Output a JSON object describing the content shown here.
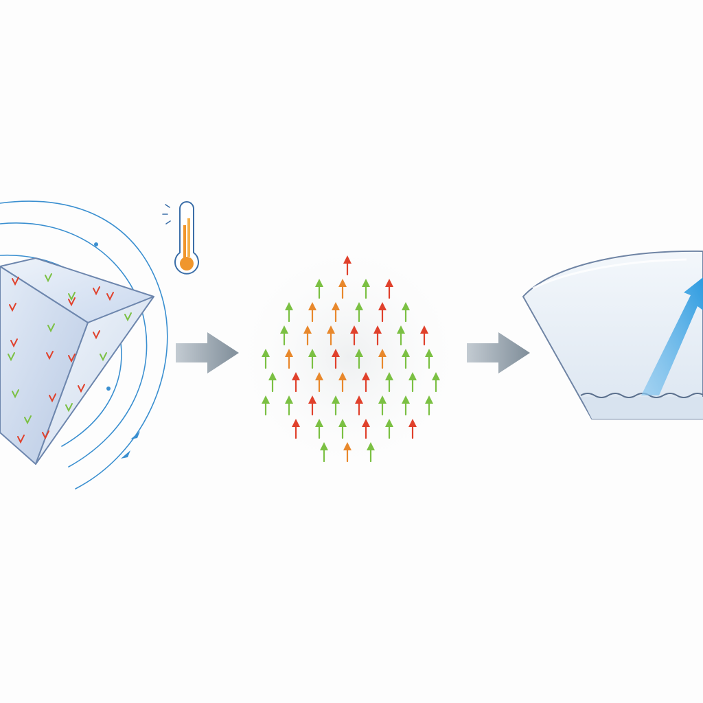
{
  "diagram": {
    "panels": [
      {
        "id": "crystal",
        "icon": "crystal-cube-icon",
        "adjunct_icon": "thermometer-icon"
      },
      {
        "id": "spins",
        "icon": "spin-arrows-icon"
      },
      {
        "id": "vessel",
        "icon": "vessel-with-rising-arrow-icon"
      }
    ],
    "connectors": [
      "transition-arrow-icon",
      "transition-arrow-icon"
    ]
  },
  "colors": {
    "background": "#fdfdfd",
    "crystal_fill": "#dde8f6",
    "crystal_edge": "#6d86ad",
    "field_lines": "#3a8fd0",
    "connector": "#8b98a3",
    "spin_red": "#e0412c",
    "spin_orange": "#e8882c",
    "spin_green": "#7bc043",
    "vessel_fill": "#e3ecf6",
    "vessel_edge": "#6f84a4",
    "rising_arrow": "#3aa6e6",
    "thermometer_outline": "#3b6ea8",
    "thermometer_fill": "#f0962c"
  },
  "spin_field": {
    "rows": [
      [
        "r"
      ],
      [
        "g",
        "o",
        "g",
        "r"
      ],
      [
        "g",
        "o",
        "o",
        "g",
        "r",
        "g"
      ],
      [
        "g",
        "o",
        "o",
        "r",
        "r",
        "g",
        "r"
      ],
      [
        "g",
        "o",
        "g",
        "r",
        "g",
        "o",
        "g",
        "g"
      ],
      [
        "g",
        "r",
        "o",
        "o",
        "r",
        "g",
        "g",
        "g"
      ],
      [
        "g",
        "g",
        "r",
        "g",
        "r",
        "g",
        "g",
        "g"
      ],
      [
        "r",
        "g",
        "g",
        "r",
        "g",
        "r"
      ],
      [
        "g",
        "o",
        "g"
      ]
    ]
  }
}
